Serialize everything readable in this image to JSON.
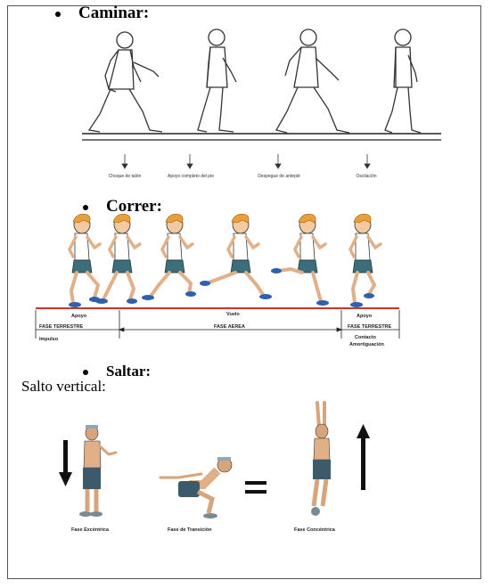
{
  "sections": {
    "caminar": {
      "title": "Caminar:",
      "phase_labels": [
        "Choque de talón",
        "Apoyo completo del pie",
        "Despegue de antepié",
        "Oscilación"
      ]
    },
    "correr": {
      "title": "Correr:",
      "labels": {
        "apoyo_left": "Apoyo",
        "vuelo": "Vuelo",
        "apoyo_right": "Apoyo",
        "fase_terrestre_left": "FASE TERRESTRE",
        "fase_aerea": "FASE AEREA",
        "fase_terrestre_right": "FASE TERRESTRE",
        "impulso": "Impulso",
        "contacto": "Contacto",
        "amortiguacion": "Amortiguación"
      }
    },
    "saltar": {
      "title": "Saltar:",
      "subtitle": "Salto vertical:",
      "phase_labels": [
        "Fase Excéntrica",
        "Fase de Transición",
        "Fase Concéntrica"
      ]
    }
  },
  "colors": {
    "skin": "#f2c9a0",
    "shorts": "#3b6e7a",
    "hair": "#e8a03a",
    "shoes": "#2f5fb0",
    "track_line": "#c0392b"
  }
}
